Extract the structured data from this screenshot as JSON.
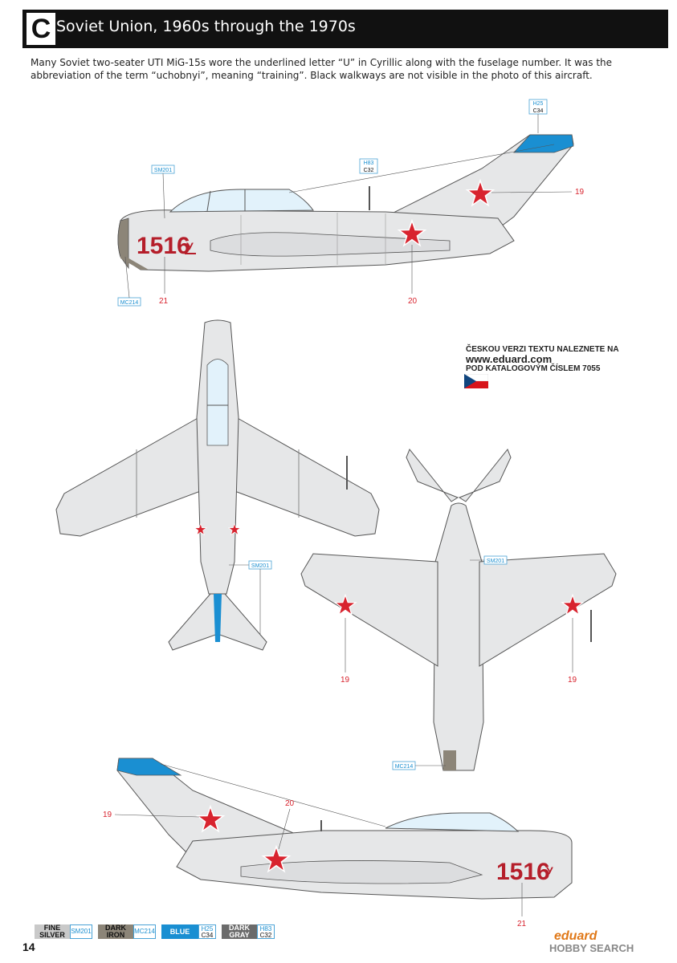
{
  "header": {
    "letter": "C",
    "title": "Soviet Union, 1960s through the 1970s"
  },
  "intro": "Many Soviet two-seater UTI MiG-15s wore the underlined letter “U” in Cyrillic along with the fuselage number. It was the abbreviation of the term “uchobnyi”, meaning “training”. Black walkways are not visible in the photo of this aircraft.",
  "aircraft": {
    "number": "1516",
    "cyrillic": "У"
  },
  "callouts": {
    "sm201": "SM201",
    "mc214": "MC214",
    "h25": "H25",
    "c34": "C34",
    "h83": "H83",
    "c32": "C32",
    "d19": "19",
    "d20": "20",
    "d21": "21"
  },
  "czech_note": {
    "line1": "ČESKOU VERZI TEXTU NALEZNETE NA",
    "url": "www.eduard.com",
    "line3": "POD KATALOGOVÝM ČÍSLEM 7055"
  },
  "legend": [
    {
      "name_top": "FINE",
      "name_bottom": "SILVER",
      "codes": [
        "SM201"
      ],
      "color": "#c9c9c9",
      "text_color": "#111111"
    },
    {
      "name_top": "DARK",
      "name_bottom": "IRON",
      "codes": [
        "MC214"
      ],
      "color": "#8c8578",
      "text_color": "#111111"
    },
    {
      "name_top": "BLUE",
      "name_bottom": "",
      "codes": [
        "H25",
        "C34"
      ],
      "color": "#1a8fd2",
      "text_color": "#ffffff"
    },
    {
      "name_top": "DARK",
      "name_bottom": "GRAY",
      "codes": [
        "H83",
        "C32"
      ],
      "color": "#6b6b6b",
      "text_color": "#ffffff"
    }
  ],
  "page_number": "14",
  "brand": "eduard",
  "watermark": "HOBBY SEARCH",
  "colors": {
    "fuselage": "#e6e7e8",
    "star": "#d8232e",
    "number": "#b51e2a",
    "blue": "#1a8fd2",
    "callout": "#1b8fd0"
  }
}
